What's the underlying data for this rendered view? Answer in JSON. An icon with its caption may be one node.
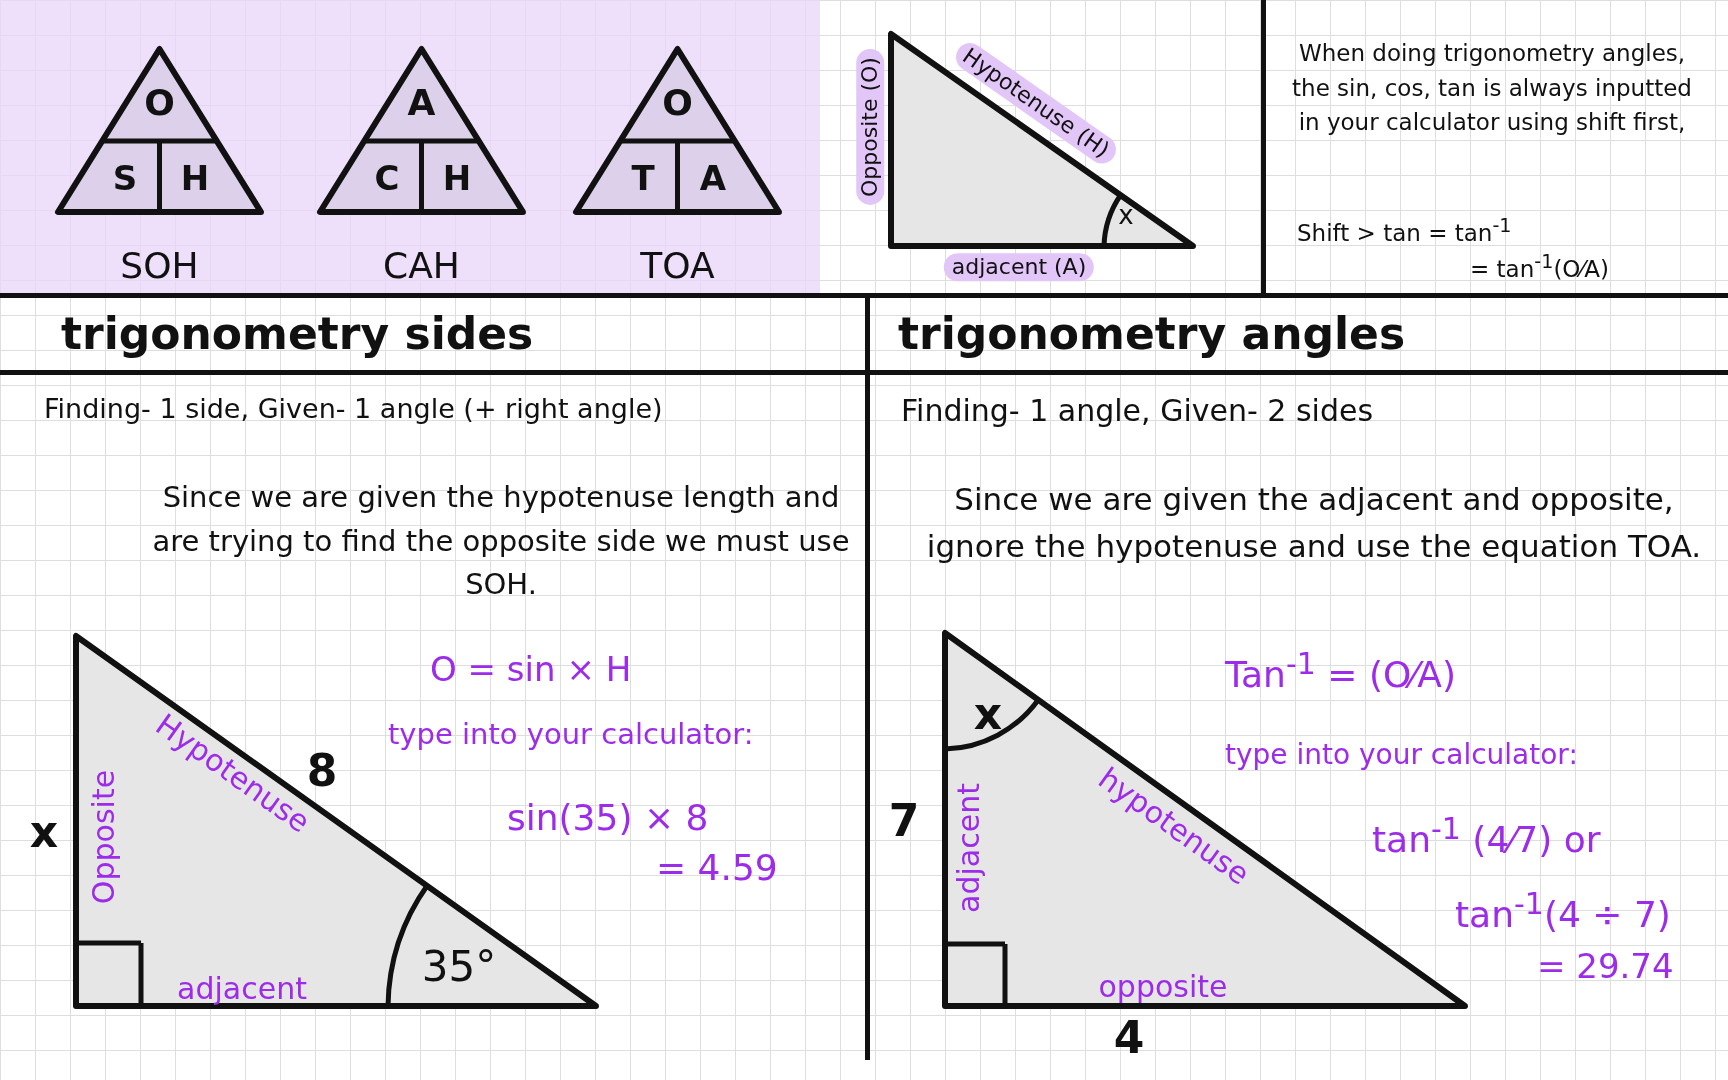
{
  "diagram": {
    "nodes": [
      {
        "text": [
          "O",
          "S",
          "H"
        ],
        "beside": [
          "SOH"
        ]
      },
      {
        "text": [
          "A",
          "C",
          "H"
        ],
        "beside": [
          "CAH"
        ]
      },
      {
        "text": [
          "O",
          "T",
          "A"
        ],
        "beside": [
          "TOA"
        ]
      },
      {
        "text": [
          "x"
        ]
      },
      {
        "text": [
          "Hypotenuse",
          "Opposite",
          "adjacent",
          "35°"
        ],
        "beside": [
          "8",
          "x"
        ]
      },
      {
        "text": [
          "x",
          "adjacent",
          "hypotenuse",
          "opposite"
        ],
        "beside": [
          "7",
          "4"
        ]
      }
    ],
    "labels": [
      "Opposite (O)",
      "Hypotenuse (H)",
      "adjacent (A)",
      "When doing trigonometry angles, the sin, cos, tan is always inputted in your calculator using shift first,",
      "Shift > tan = tan$^{-1}$",
      "= tan$^{-1}$(O⁄A)",
      "trigonometry sides",
      "trigonometry angles",
      "Finding- 1 side, Given- 1 angle (+ right angle)",
      "Finding- 1 angle, Given- 2 sides",
      "Since we are given the hypotenuse length and are trying to find the opposite side we must use SOH.",
      "Since we are given the adjacent and opposite, ignore the hypotenuse and use the equation TOA.",
      "O = sin × H",
      "type into your calculator:",
      "sin(35) × 8",
      "= 4.59",
      "Tan$^{-1}$ = (O⁄A)",
      "type into your calculator:",
      "tan$^{-1}$ (4⁄7) or",
      "tan$^{-1}$(4 ÷ 7)",
      "= 29.74"
    ]
  }
}
